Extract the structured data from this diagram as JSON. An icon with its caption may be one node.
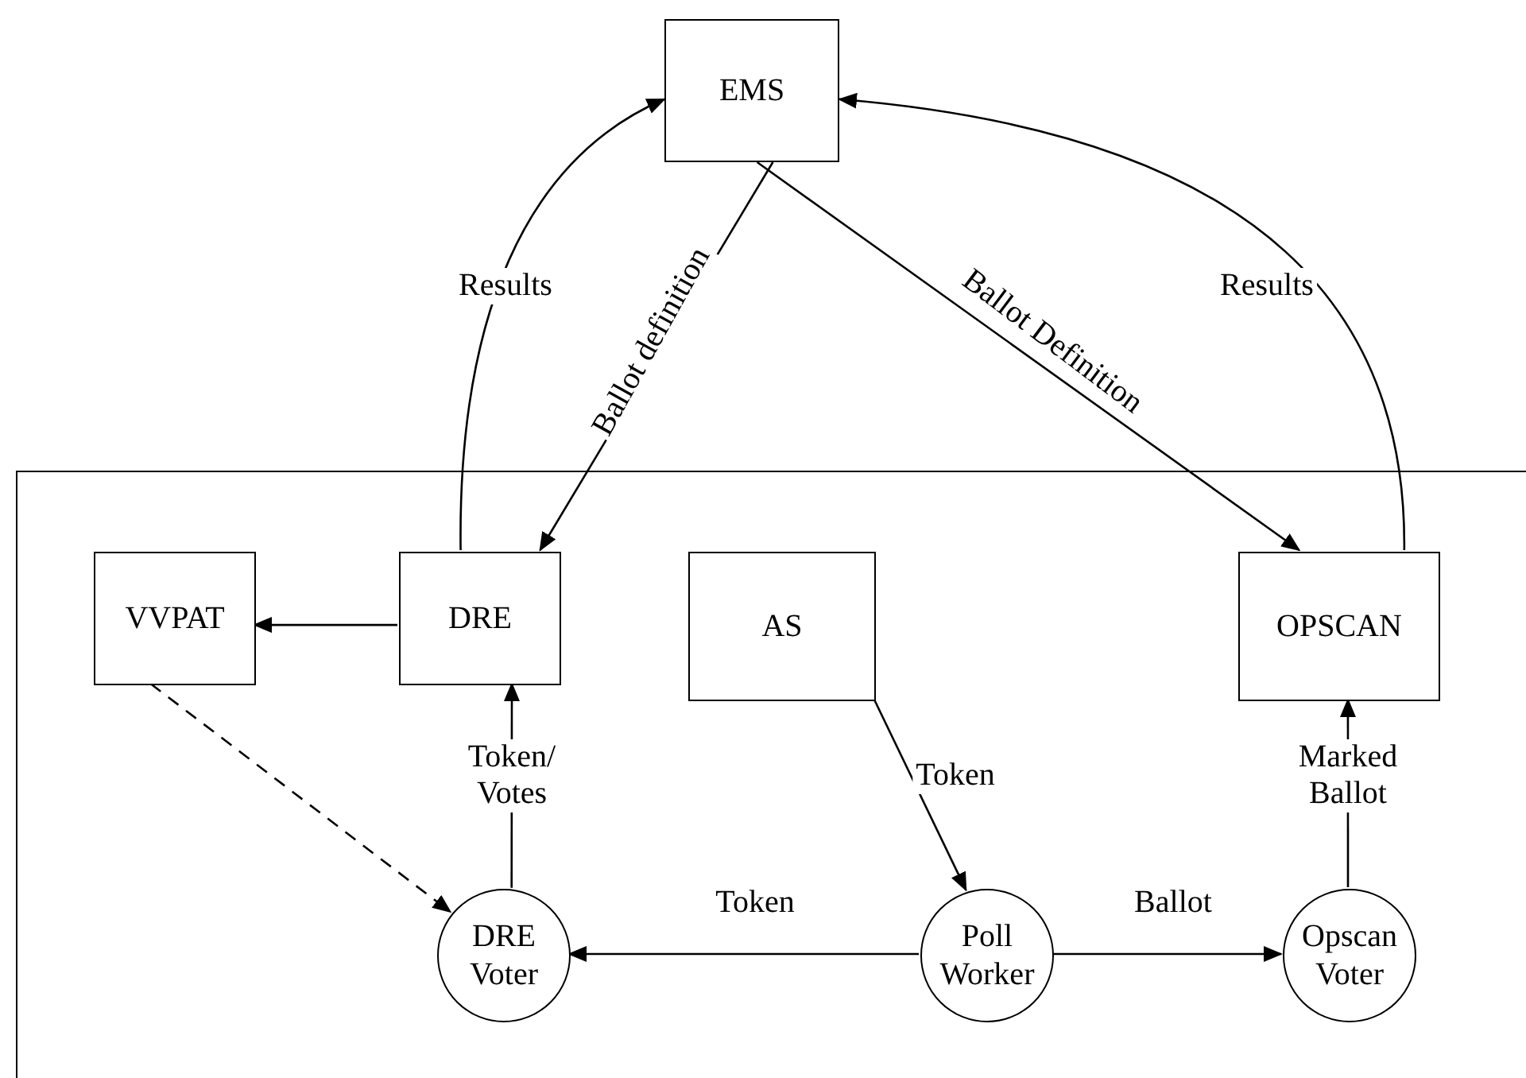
{
  "diagram": {
    "nodes": [
      {
        "text": [
          "EMS"
        ]
      },
      {
        "text": [],
        "shape": "box"
      },
      {
        "text": [
          "VVPAT"
        ],
        "in": 1
      },
      {
        "text": [
          "DRE"
        ],
        "in": 1
      },
      {
        "text": [
          "AS"
        ],
        "in": 1
      },
      {
        "text": [
          "OPSCAN"
        ],
        "in": 1
      },
      {
        "text": [
          "DRE Voter"
        ],
        "in": 1
      },
      {
        "text": [
          "Poll Worker"
        ],
        "in": 1
      },
      {
        "text": [
          "Opscan Voter"
        ],
        "in": 1
      }
    ],
    "edges": [
      {
        "from": 3,
        "to": 0,
        "arrow": "to",
        "label": "Results"
      },
      {
        "from": 0,
        "to": 3,
        "arrow": "to",
        "label": "Ballot definition"
      },
      {
        "from": 0,
        "to": 5,
        "arrow": "to",
        "label": "Ballot Definition"
      },
      {
        "from": 5,
        "to": 0,
        "arrow": "to",
        "label": "Results"
      },
      {
        "from": 3,
        "to": 2,
        "arrow": "to"
      },
      {
        "from": 2,
        "to": 6,
        "arrow": "to",
        "style": "dashed"
      },
      {
        "from": 6,
        "to": 3,
        "arrow": "to",
        "label": "Token/ Votes"
      },
      {
        "from": 4,
        "to": 7,
        "arrow": "to",
        "label": "Token"
      },
      {
        "from": 7,
        "to": 6,
        "arrow": "to",
        "label": "Token"
      },
      {
        "from": 7,
        "to": 8,
        "arrow": "to",
        "label": "Ballot"
      },
      {
        "from": 8,
        "to": 5,
        "arrow": "to",
        "label": "Marked Ballot"
      }
    ]
  }
}
